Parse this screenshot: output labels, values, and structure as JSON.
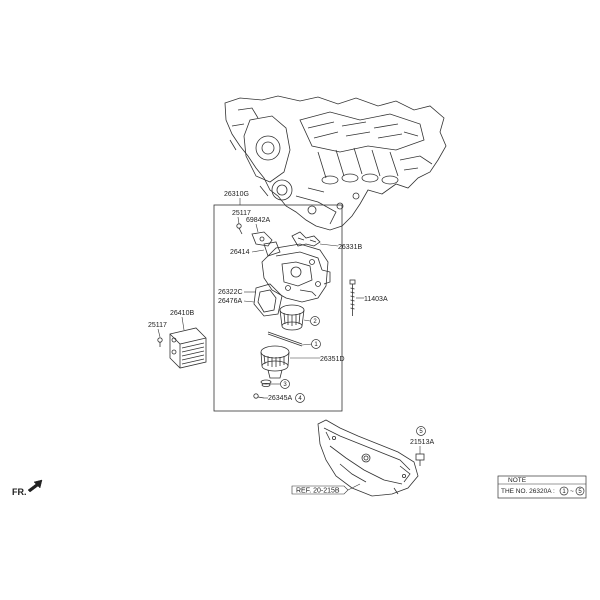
{
  "labels": {
    "p26310G": "26310G",
    "p25117_top": "25117",
    "p69842A": "69842A",
    "p26414": "26414",
    "p26331B": "26331B",
    "p26322C": "26322C",
    "p26476A": "26476A",
    "p11403A": "11403A",
    "p26410B": "26410B",
    "p25117_left": "25117",
    "p26351D": "26351D",
    "p26345A": "26345A",
    "p21513A": "21513A",
    "fr": "FR.",
    "ref": "REF. 20-215B"
  },
  "callouts": {
    "c1": "1",
    "c2": "2",
    "c3": "3",
    "c4": "4",
    "c5": "5"
  },
  "note": {
    "title": "NOTE",
    "text": "THE NO. 26320A :",
    "range_from": "1",
    "range_sep": "~",
    "range_to": "5"
  }
}
